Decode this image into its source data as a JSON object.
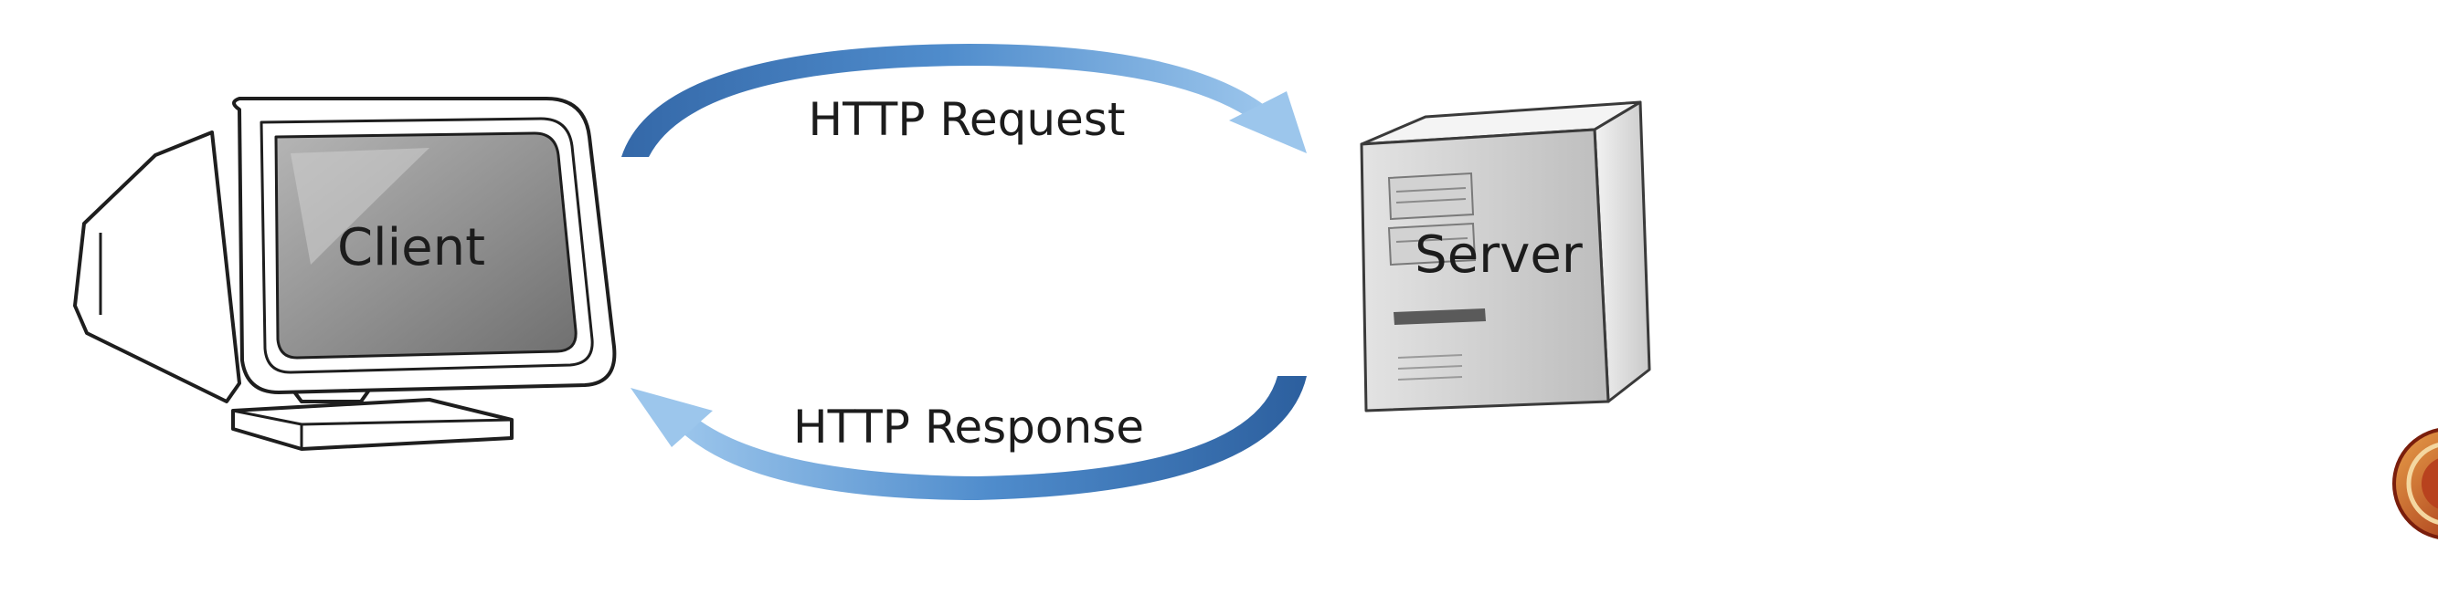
{
  "diagram": {
    "client": {
      "label": "Client",
      "icon": "computer-monitor-icon"
    },
    "server": {
      "label": "Server",
      "icon": "server-tower-icon"
    },
    "request": {
      "label": "HTTP Request",
      "direction": "client-to-server"
    },
    "response": {
      "label": "HTTP Response",
      "direction": "server-to-client"
    },
    "colors": {
      "arrow_dark": "#2f6db0",
      "arrow_light": "#8ab8e6",
      "screen": "#8c8c8c",
      "outline": "#1e1e1e"
    }
  },
  "corner_logo": {
    "icon": "emblem-icon"
  }
}
